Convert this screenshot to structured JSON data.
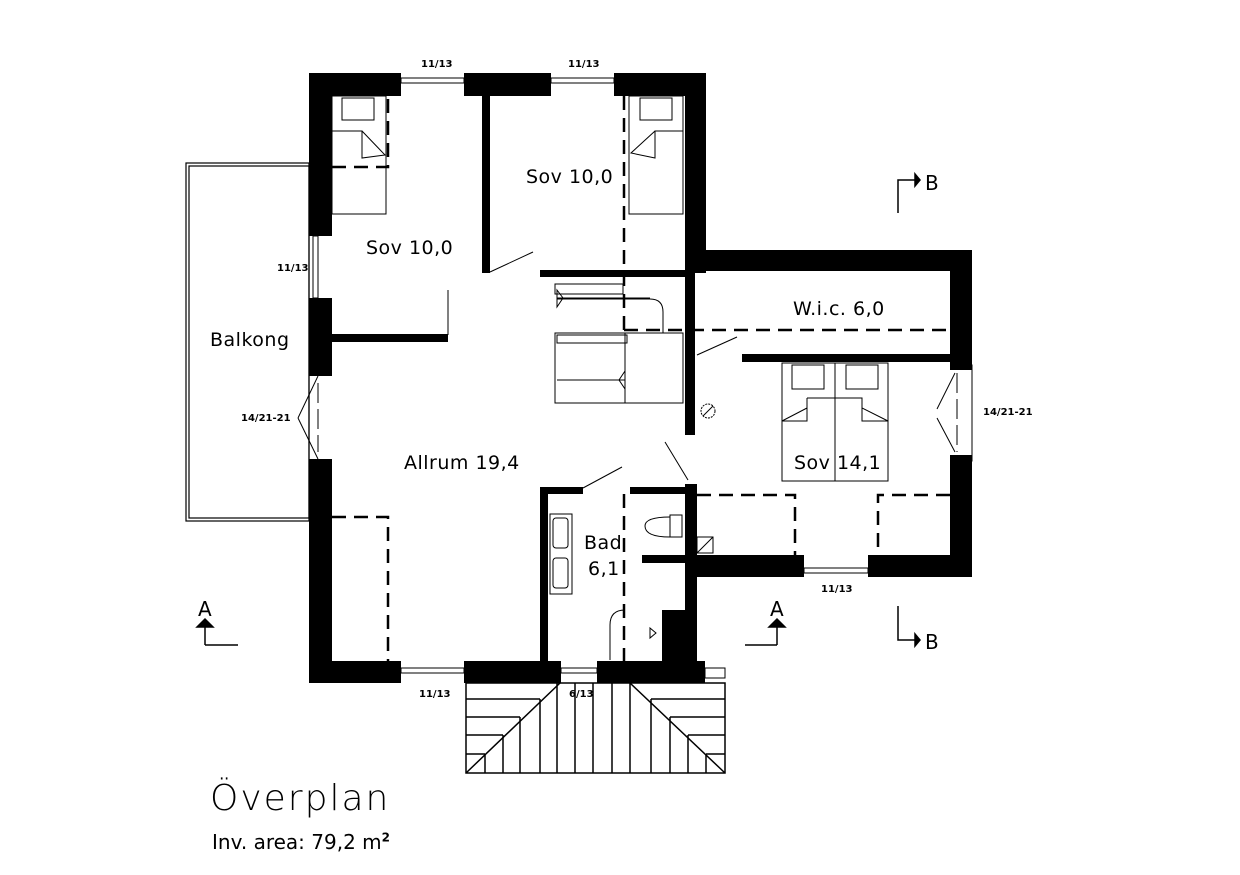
{
  "plan": {
    "title": "Överplan",
    "area_label": "Inv. area: 79,2 m",
    "area_unit_sup": "2"
  },
  "rooms": {
    "sov_left": "Sov 10,0",
    "sov_top": "Sov 10,0",
    "wic": "W.i.c. 6,0",
    "sov_master": "Sov 14,1",
    "balkong": "Balkong",
    "allrum": "Allrum 19,4",
    "bad_name": "Bad",
    "bad_area": "6,1"
  },
  "windows": {
    "top_left": "11/13",
    "top_right": "11/13",
    "left_side": "11/13",
    "balcony_door": "14/21-21",
    "right_door": "14/21-21",
    "bottom_right": "11/13",
    "bottom_left": "11/13",
    "bottom_bath": "6/13"
  },
  "sections": {
    "a_left": "A",
    "a_right": "A",
    "b_top": "B",
    "b_bottom": "B"
  },
  "colors": {
    "wall": "#000000",
    "background": "#ffffff"
  }
}
